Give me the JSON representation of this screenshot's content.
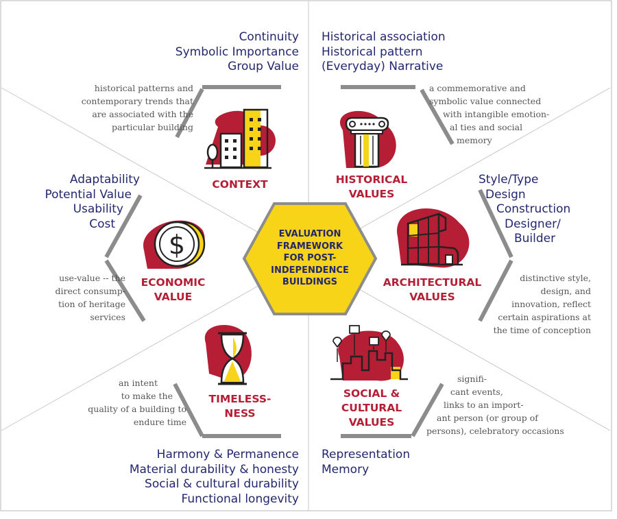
{
  "center": {
    "lines": [
      "EVALUATION",
      "FRAMEWORK",
      "FOR POST-",
      "INDEPENDENCE",
      "BUILDINGS"
    ]
  },
  "segments": {
    "context": {
      "label": [
        "CONTEXT"
      ],
      "criteria": [
        "Continuity",
        "Symbolic Importance",
        "Group Value"
      ],
      "description": [
        "historical patterns and",
        "contemporary trends that",
        "are associated with the",
        "particular building"
      ]
    },
    "historical": {
      "label": [
        "HISTORICAL",
        "VALUES"
      ],
      "criteria": [
        "Historical association",
        "Historical pattern",
        "(Everyday) Narrative"
      ],
      "description": [
        "a commemorative and",
        "symbolic value connected",
        "with intangible emotion-",
        "al ties and social",
        "memory"
      ]
    },
    "architectural": {
      "label": [
        "ARCHITECTURAL",
        "VALUES"
      ],
      "criteria": [
        "Style/Type",
        "Design",
        "Construction",
        "Designer/",
        "Builder"
      ],
      "description": [
        "distinctive style,",
        "design, and",
        "innovation, reflect",
        "certain aspirations at",
        "the time of conception"
      ]
    },
    "social": {
      "label": [
        "SOCIAL &",
        "CULTURAL",
        "VALUES"
      ],
      "criteria": [
        "Representation",
        "Memory"
      ],
      "description": [
        "signifi-",
        "cant events,",
        "links to an import-",
        "ant person (or group of",
        "persons), celebratory occasions"
      ]
    },
    "timelessness": {
      "label": [
        "TIMELESS-",
        "NESS"
      ],
      "criteria": [
        "Harmony & Permanence",
        "Material durability & honesty",
        "Social & cultural durability",
        "Functional longevity"
      ],
      "description": [
        "an intent",
        "to make the",
        "quality of a building to",
        "endure time"
      ]
    },
    "economic": {
      "label": [
        "ECONOMIC",
        "VALUE"
      ],
      "criteria": [
        "Adaptability",
        "Potential Value",
        "Usability",
        "Cost"
      ],
      "description": [
        "use-value -- the",
        "direct consump-",
        "tion of heritage",
        "services"
      ]
    }
  },
  "colors": {
    "accent_red": "#b51e34",
    "accent_yellow": "#f7d417",
    "navy_text": "#23276e",
    "gray_stroke": "#8c8c8c",
    "line_gray": "#c8c8c8"
  },
  "icons": {
    "context": "buildings-icon",
    "historical": "ionic-column-icon",
    "architectural": "modern-building-icon",
    "social": "city-likes-icon",
    "timelessness": "hourglass-icon",
    "economic": "dollar-coin-icon"
  }
}
